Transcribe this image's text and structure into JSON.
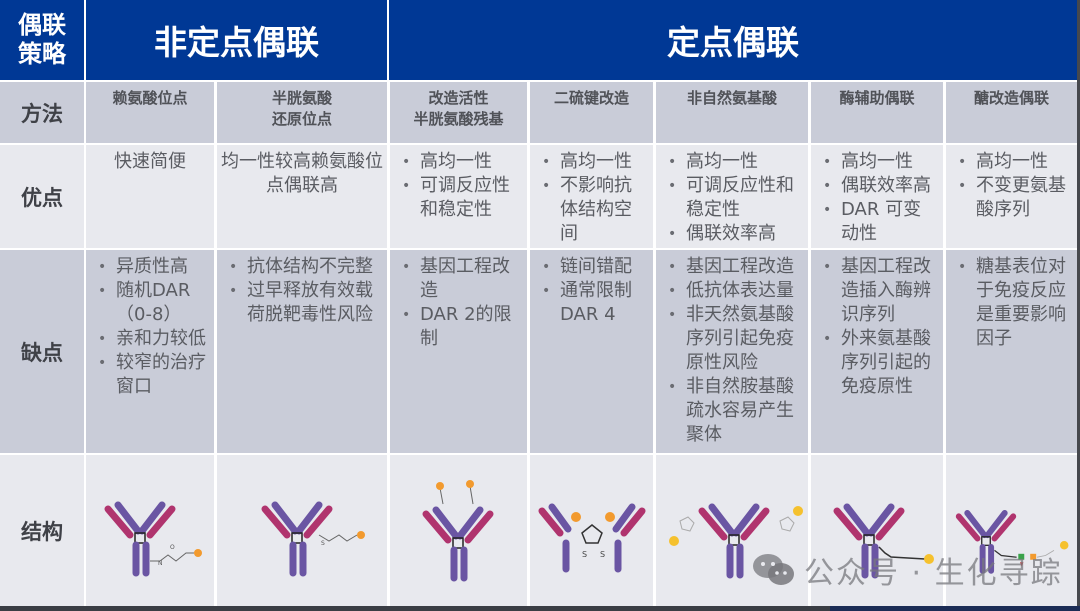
{
  "header": {
    "strategy_label": "偶联\n策略",
    "strategy_line1": "偶联",
    "strategy_line2": "策略",
    "non_site_specific": "非定点偶联",
    "site_specific": "定点偶联"
  },
  "row_labels": {
    "method": "方法",
    "pros": "优点",
    "cons": "缺点",
    "structure": "结构"
  },
  "columns": [
    {
      "method": [
        "赖氨酸位点"
      ],
      "pros_style": "center",
      "pros": [
        "快速简便"
      ],
      "cons": [
        "异质性高",
        "随机DAR\n（0-8）",
        "亲和力较低",
        "较窄的治疗窗口"
      ]
    },
    {
      "method": [
        "半胱氨酸",
        "还原位点"
      ],
      "pros_style": "center",
      "pros": [
        "均一性较高赖氨酸位点偶联高"
      ],
      "cons": [
        "抗体结构不完整",
        "过早释放有效载荷脱靶毒性风险"
      ]
    },
    {
      "method": [
        "改造活性",
        "半胱氨酸残基"
      ],
      "pros_style": "bullets",
      "pros": [
        "高均一性",
        "可调反应性和稳定性"
      ],
      "cons": [
        "基因工程改造",
        "DAR 2的限制"
      ]
    },
    {
      "method": [
        "二硫键改造"
      ],
      "pros_style": "bullets",
      "pros": [
        "高均一性",
        "不影响抗体结构空间"
      ],
      "cons": [
        "链间错配",
        "通常限制DAR 4"
      ]
    },
    {
      "method": [
        "非自然氨基酸"
      ],
      "pros_style": "bullets",
      "pros": [
        "高均一性",
        "可调反应性和稳定性",
        "偶联效率高"
      ],
      "cons": [
        "基因工程改造",
        "低抗体表达量",
        "非天然氨基酸序列引起免疫原性风险",
        "非自然胺基酸疏水容易产生聚体"
      ]
    },
    {
      "method": [
        "酶辅助偶联"
      ],
      "pros_style": "bullets",
      "pros": [
        "高均一性",
        "偶联效率高",
        "DAR 可变动性"
      ],
      "cons": [
        "基因工程改造插入酶辨识序列",
        "外来氨基酸序列引起的免疫原性"
      ]
    },
    {
      "method": [
        "醣改造偶联"
      ],
      "pros_style": "bullets",
      "pros": [
        "高均一性",
        "不变更氨基酸序列"
      ],
      "cons": [
        "糖基表位对于免疫反应是重要影响因子"
      ]
    }
  ],
  "structure_icons": [
    "antibody-lysine-amide-linker-icon",
    "antibody-cysteine-thioether-linker-icon",
    "antibody-engineered-cysteine-icon",
    "antibody-disulfide-rebridge-icon",
    "antibody-unnatural-amino-acid-icon",
    "antibody-enzyme-assisted-icon",
    "antibody-glycan-remodeling-icon"
  ],
  "colors": {
    "header_blue": "#003895",
    "row_dark": "#c9ccd8",
    "row_light": "#e8e9ee",
    "antibody_heavy": "#6a55a3",
    "antibody_light": "#b0346e",
    "payload": "#f29a2e"
  },
  "watermark": {
    "text": "公众号 · 生化寻踪"
  }
}
